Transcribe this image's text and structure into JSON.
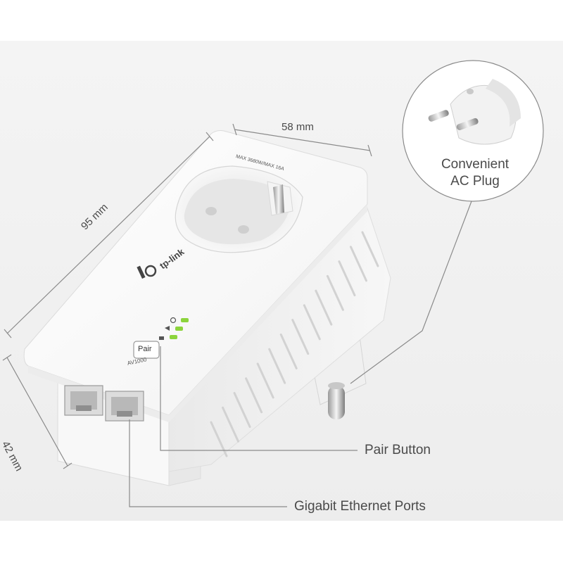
{
  "dimensions": {
    "width": "58 mm",
    "height": "95 mm",
    "depth": "42 mm"
  },
  "device": {
    "brand": "tp-link",
    "model": "AV1000",
    "rating": "MAX 3680W/MAX 16A",
    "pair_label": "Pair"
  },
  "callouts": {
    "plug_line1": "Convenient",
    "plug_line2": "AC Plug",
    "pair_button": "Pair Button",
    "ethernet_ports": "Gigabit Ethernet Ports"
  },
  "colors": {
    "background": "#f1f1f1",
    "device_white": "#fafafa",
    "led_green": "#8cd43c",
    "line_gray": "#8a8a8a",
    "text_gray": "#4a4a4a"
  },
  "icons": [
    "power-icon",
    "powerline-icon",
    "ethernet-icon",
    "tp-link-logo"
  ]
}
